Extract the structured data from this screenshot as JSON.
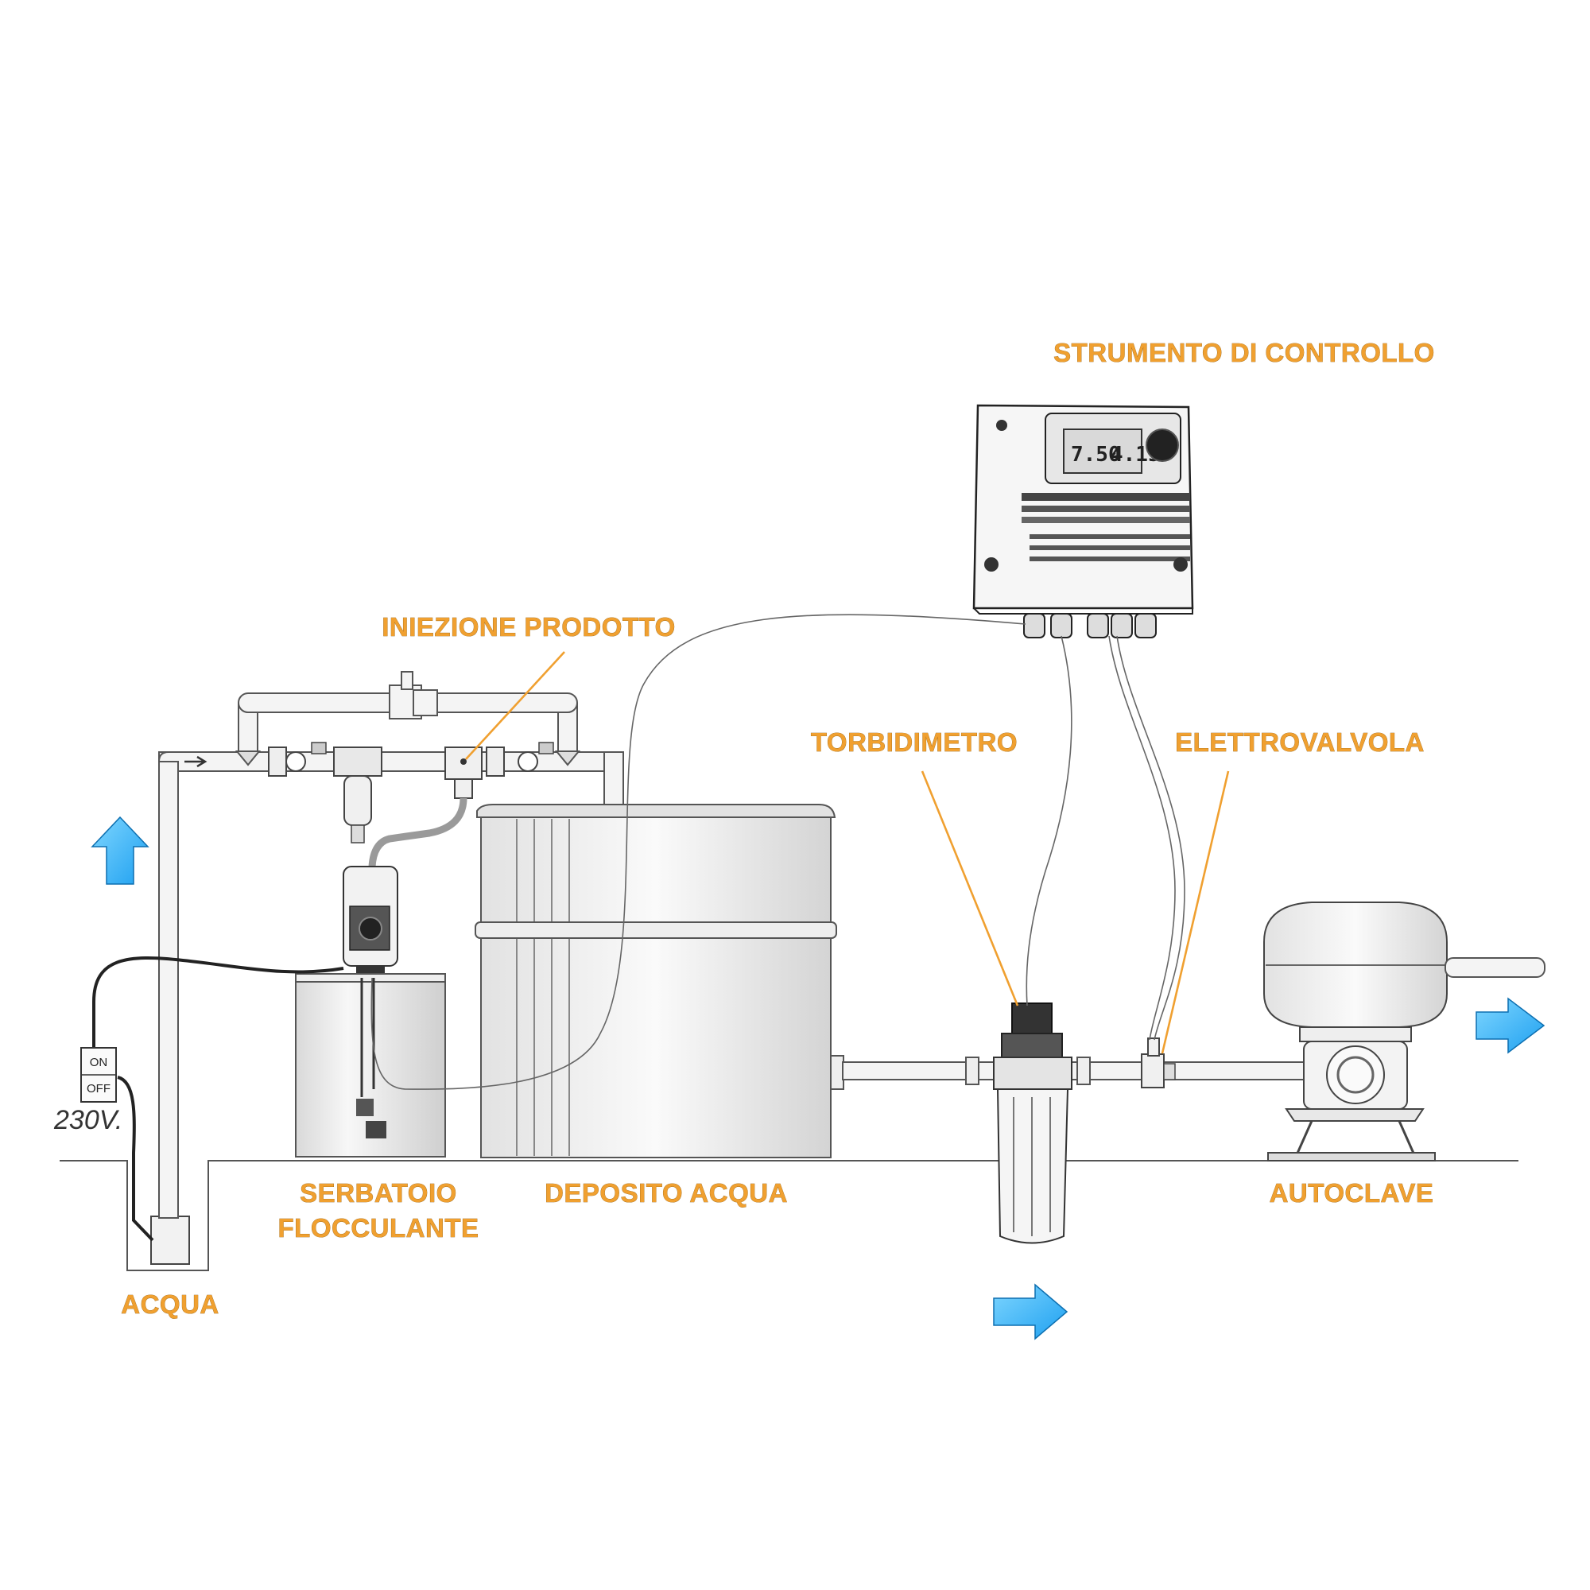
{
  "labels": {
    "strumento": "STRUMENTO DI CONTROLLO",
    "iniezione": "INIEZIONE PRODOTTO",
    "torbidimetro": "TORBIDIMETRO",
    "elettrovalvola": "ELETTROVALVOLA",
    "serbatoio_line1": "SERBATOIO",
    "serbatoio_line2": "FLOCCULANTE",
    "deposito": "DEPOSITO ACQUA",
    "autoclave": "AUTOCLAVE",
    "acqua": "ACQUA"
  },
  "switch": {
    "on": "ON",
    "off": "OFF",
    "voltage": "230V."
  },
  "display": {
    "value_left": "7.50",
    "value_right": "4.15"
  },
  "colors": {
    "label": "#F0A030",
    "arrow": "#1EA0F0",
    "cable": "#222222",
    "line": "#555555"
  },
  "icons": {
    "flow_arrow": "arrow-icon"
  }
}
